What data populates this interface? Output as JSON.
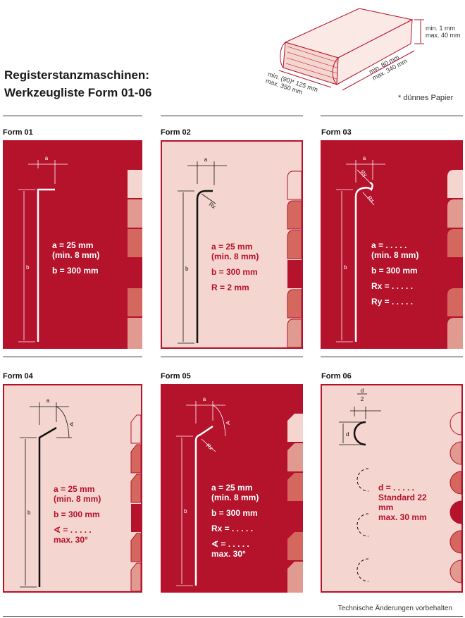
{
  "title": [
    "Registerstanzmaschinen:",
    "Werkzeugliste Form 01-06"
  ],
  "paper": {
    "height": [
      "min. 1 mm",
      "max. 40 mm"
    ],
    "depth": [
      "min. 80 mm",
      "max. 340 mm"
    ],
    "width": [
      "min. (90)* 125 mm",
      "max. 350 mm"
    ],
    "note": "* dünnes Papier"
  },
  "forms": [
    {
      "label": "Form 01",
      "lines": [
        "a = 25 mm",
        "(min. 8 mm)",
        "b = 300 mm"
      ]
    },
    {
      "label": "Form 02",
      "lines": [
        "a = 25 mm",
        "(min. 8 mm)",
        "b = 300 mm",
        "R = 2 mm"
      ]
    },
    {
      "label": "Form 03",
      "lines": [
        "a = . . . . .",
        "(min. 8 mm)",
        "b = 300 mm",
        "Rx = . . . . .",
        "Ry = . . . . ."
      ]
    },
    {
      "label": "Form 04",
      "lines": [
        "a = 25 mm",
        "(min. 8 mm)",
        "b = 300 mm",
        "∢ = . . . . .",
        "max. 30°"
      ]
    },
    {
      "label": "Form 05",
      "lines": [
        "a = 25 mm",
        "(min. 8 mm)",
        "b = 300 mm",
        "Rx = . . . . .",
        "∢ = . . . . .",
        "max. 30°"
      ]
    },
    {
      "label": "Form 06",
      "lines": [
        "d = . . . . .",
        "Standard 22",
        "mm",
        "max. 30 mm"
      ]
    }
  ],
  "dim_labels": {
    "a": "a",
    "b": "b",
    "rx": "Rx",
    "ry": "Ry",
    "d": "d",
    "d_half_num": "d",
    "d_half_den": "2",
    "alpha": "∢"
  },
  "colors": {
    "brand_red": "#b5122b",
    "pink": "#f4d5cf"
  },
  "footer": "Technische Änderungen vorbehalten"
}
